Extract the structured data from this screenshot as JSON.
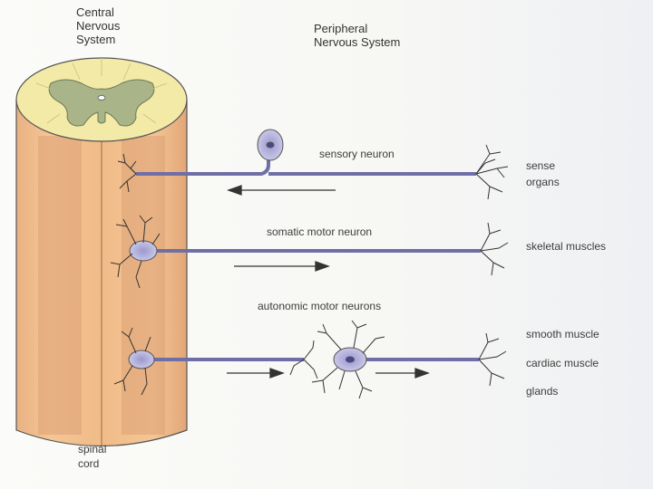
{
  "headers": {
    "cns": "Central\nNervous\nSystem",
    "pns": "Peripheral\nNervous System"
  },
  "neurons": {
    "sensory": "sensory neuron",
    "somatic": "somatic motor neuron",
    "autonomic": "autonomic motor neurons"
  },
  "targets": {
    "sense_organs": "sense\norgans",
    "skeletal_muscles": "skeletal muscles",
    "smooth_muscle": "smooth muscle",
    "cardiac_muscle": "cardiac muscle",
    "glands": "glands"
  },
  "spinal_cord": "spinal\ncord",
  "colors": {
    "cord_body": "#f2c08e",
    "cord_dark": "#dfa477",
    "white_matter": "#f3eaa8",
    "gray_matter": "#a9b488",
    "neuron_fill": "#c9c7e6",
    "axon": "#6f6ea6"
  }
}
